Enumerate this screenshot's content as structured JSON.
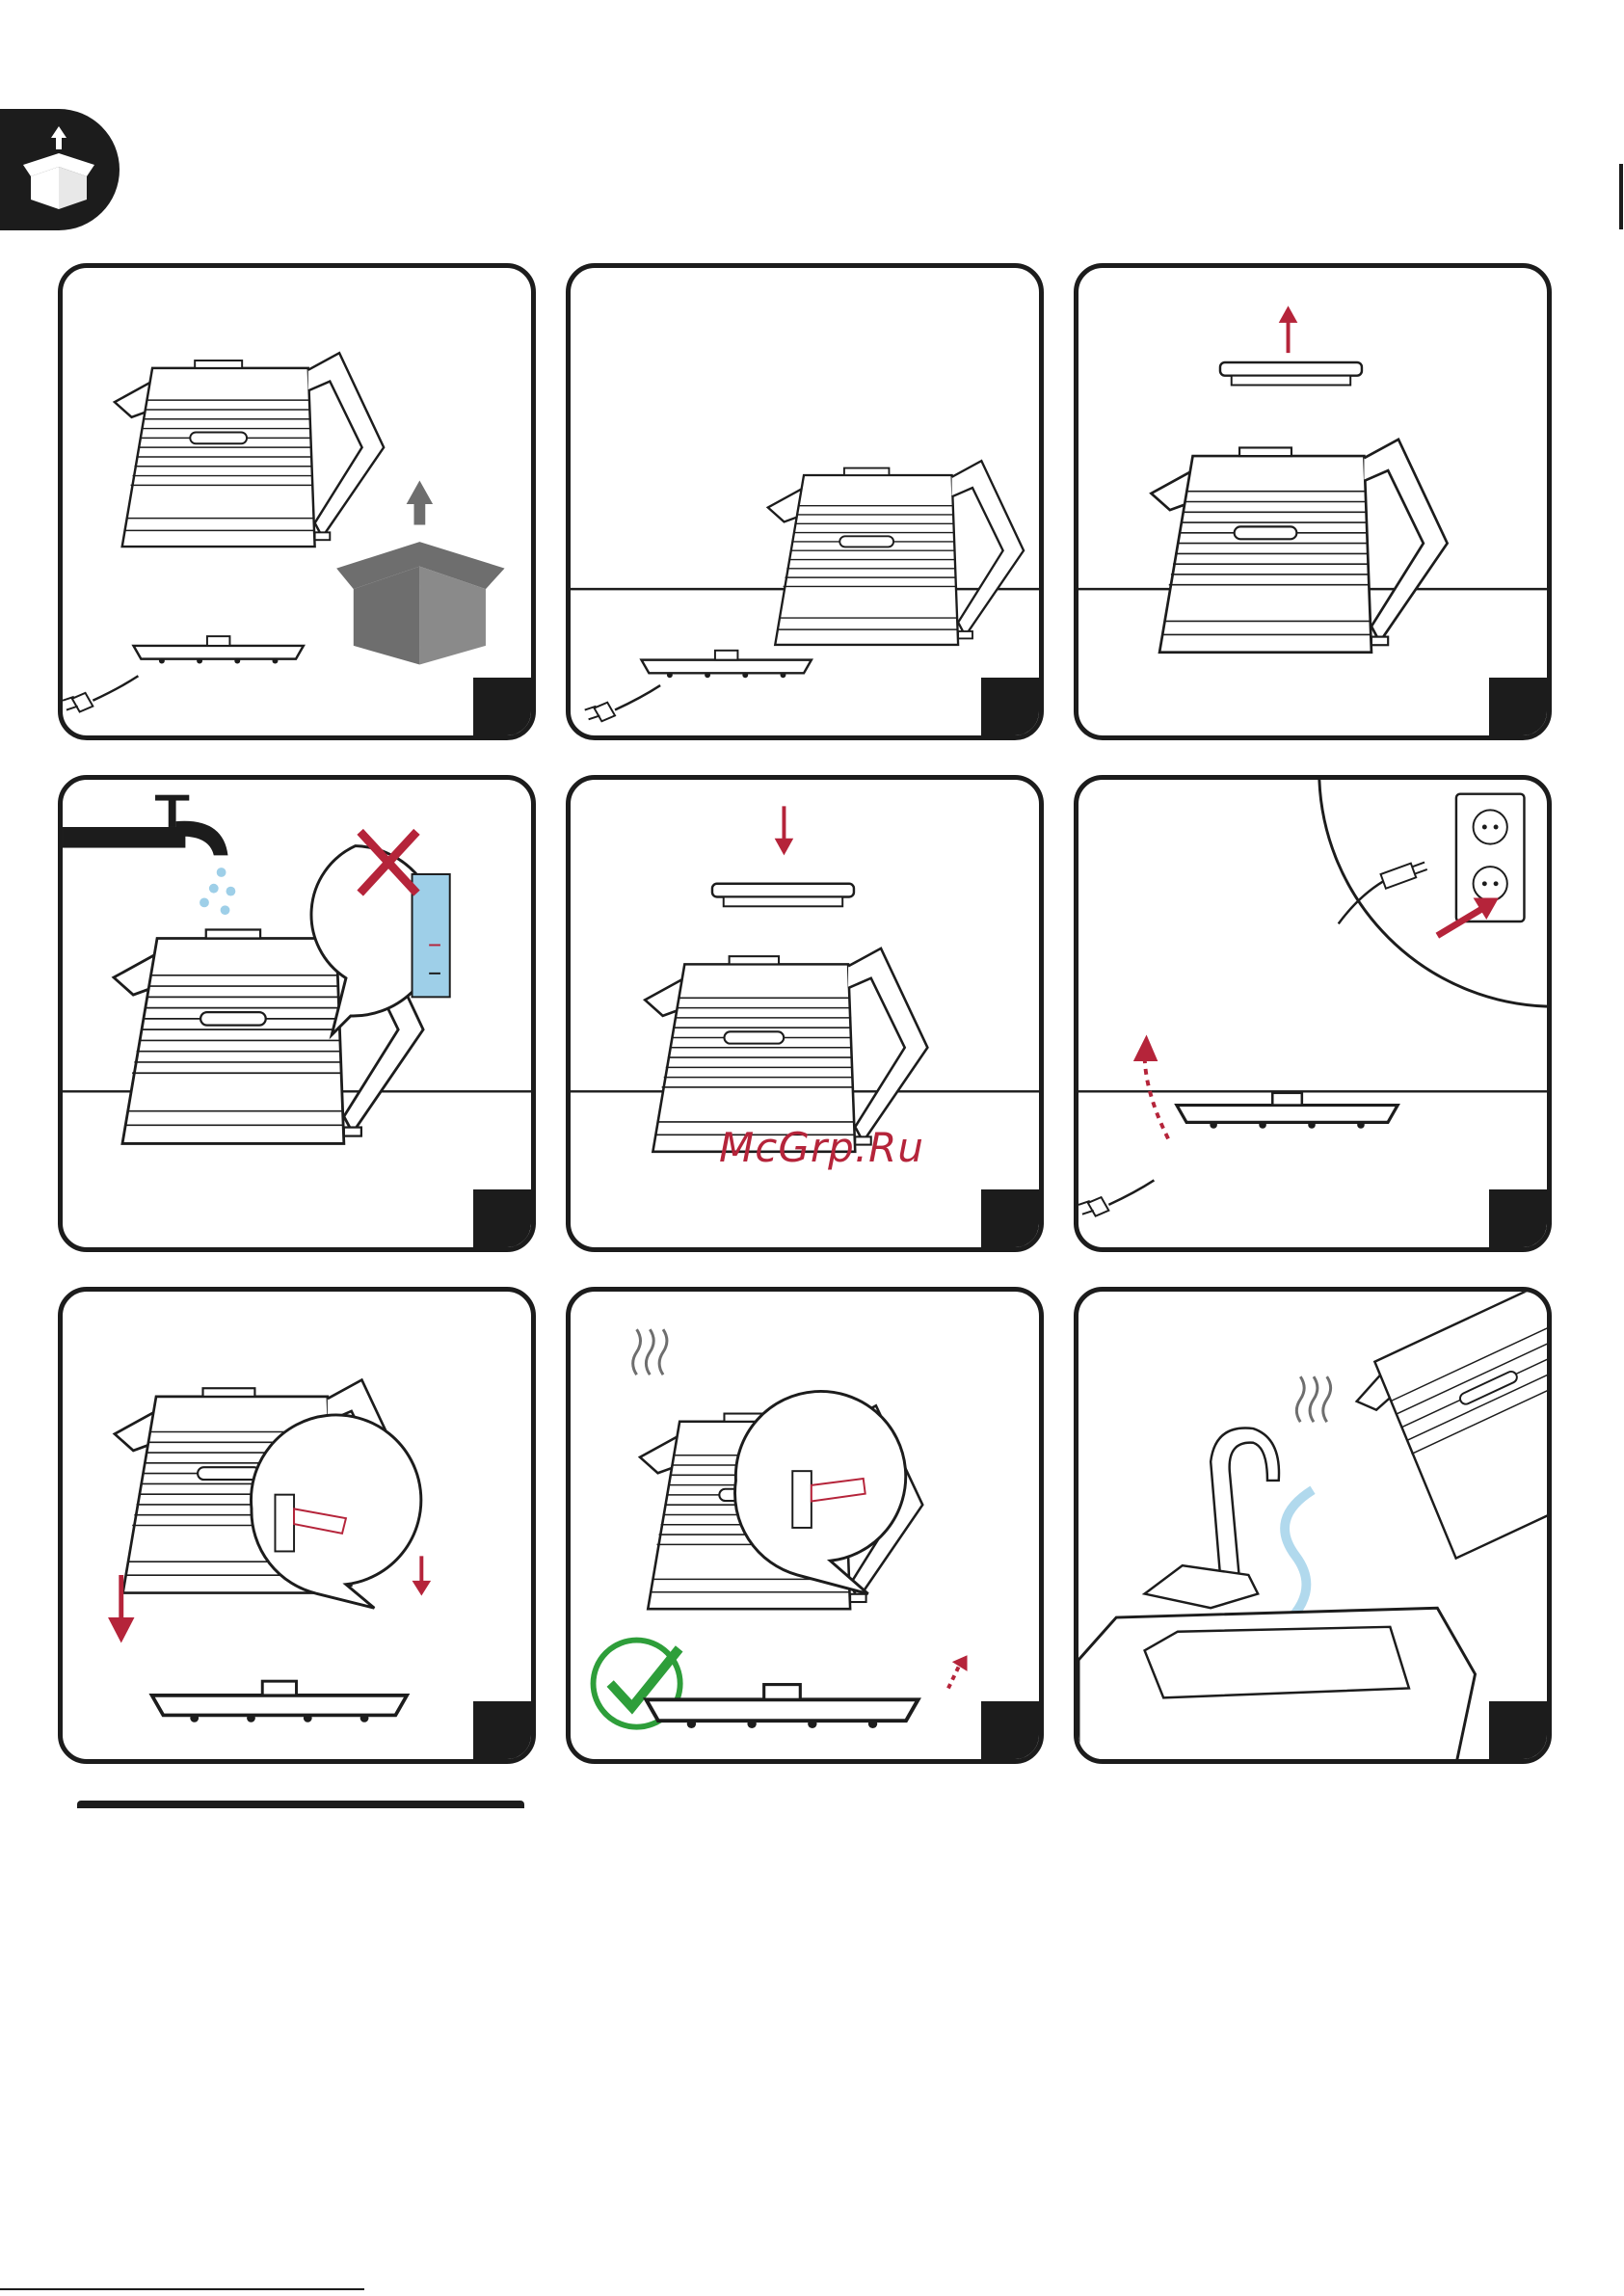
{
  "section_icon": "unpack-box-icon",
  "watermark": "McGrp.Ru",
  "colors": {
    "ink": "#1c1c1c",
    "accent": "#b5243a",
    "water": "#9ecfe8",
    "check": "#2e9e3a",
    "gray": "#6e6e6e"
  },
  "panels": [
    {
      "id": 1,
      "step": "",
      "icons": [
        "kettle-icon",
        "unpack-box-icon",
        "base-icon",
        "plug-icon"
      ]
    },
    {
      "id": 2,
      "step": "",
      "icons": [
        "kettle-icon",
        "base-icon",
        "plug-icon"
      ]
    },
    {
      "id": 3,
      "step": "",
      "icons": [
        "kettle-icon",
        "filter-lid-icon",
        "arrow-up-icon"
      ]
    },
    {
      "id": 4,
      "step": "",
      "icons": [
        "tap-icon",
        "kettle-icon",
        "max-level-zoom-icon",
        "cross-icon"
      ]
    },
    {
      "id": 5,
      "step": "",
      "icons": [
        "kettle-icon",
        "filter-lid-icon",
        "arrow-down-icon"
      ]
    },
    {
      "id": 6,
      "step": "",
      "icons": [
        "wall-socket-icon",
        "plug-icon",
        "base-icon",
        "arrow-icon"
      ]
    },
    {
      "id": 7,
      "step": "",
      "icons": [
        "kettle-icon",
        "switch-zoom-icon",
        "base-icon",
        "arrow-down-icon"
      ]
    },
    {
      "id": 8,
      "step": "",
      "icons": [
        "steam-icon",
        "kettle-icon",
        "switch-zoom-icon",
        "check-icon"
      ]
    },
    {
      "id": 9,
      "step": "",
      "icons": [
        "steam-icon",
        "sink-icon",
        "faucet-icon",
        "kettle-icon"
      ]
    }
  ]
}
